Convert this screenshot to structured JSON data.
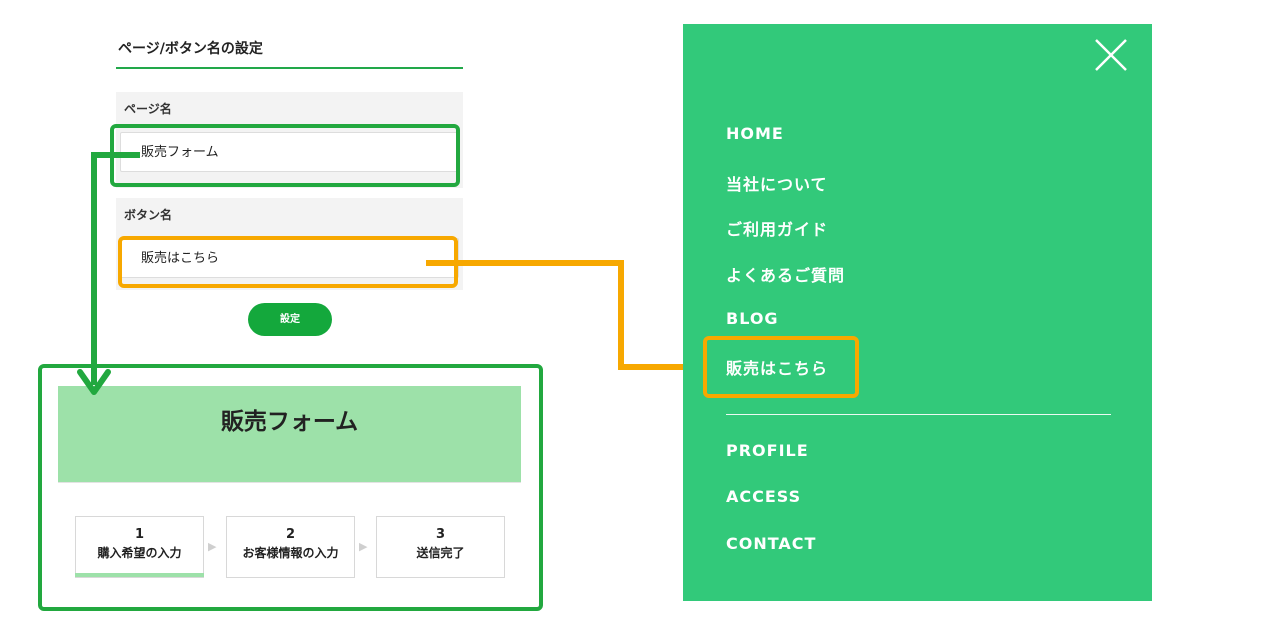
{
  "settings": {
    "title": "ページ/ボタン名の設定",
    "page_name_label": "ページ名",
    "page_name_value": "販売フォーム",
    "button_name_label": "ボタン名",
    "button_name_value": "販売はこちら",
    "submit_label": "設定"
  },
  "form_preview": {
    "title": "販売フォーム",
    "steps": [
      {
        "num": "1",
        "label": "購入希望の入力"
      },
      {
        "num": "2",
        "label": "お客様情報の入力"
      },
      {
        "num": "3",
        "label": "送信完了"
      }
    ],
    "active_step": 1
  },
  "menu": {
    "items": [
      "HOME",
      "当社について",
      "ご利用ガイド",
      "よくあるご質問",
      "BLOG",
      "販売はこちら"
    ],
    "secondary_items": [
      "PROFILE",
      "ACCESS",
      "CONTACT"
    ],
    "highlighted_item": "販売はこちら",
    "background_color": "#32c97a"
  },
  "colors": {
    "green_frame": "#22a83f",
    "orange_frame": "#f7a800",
    "button": "#14a83c",
    "preview_header": "#9de1a9"
  }
}
